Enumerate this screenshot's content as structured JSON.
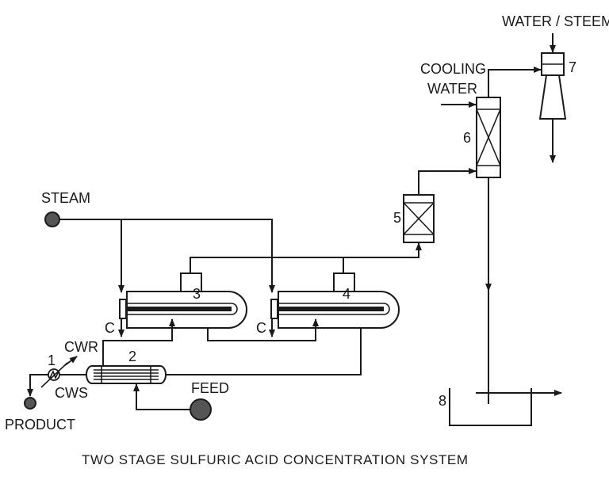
{
  "labels": {
    "water_steem": "WATER / STEEM",
    "cooling": "COOLING",
    "water": "WATER",
    "steam": "STEAM",
    "feed": "FEED",
    "product": "PRODUCT",
    "cwr": "CWR",
    "cws": "CWS",
    "condensate_1": "C",
    "condensate_2": "C"
  },
  "equipment": {
    "cooler": "1",
    "exchanger": "2",
    "evaporator_stage_1": "3",
    "evaporator_stage_2": "4",
    "mist_eliminator": "5",
    "scrubber_column": "6",
    "ejector": "7",
    "product_tank": "8"
  },
  "caption": "TWO STAGE SULFURIC ACID CONCENTRATION SYSTEM"
}
